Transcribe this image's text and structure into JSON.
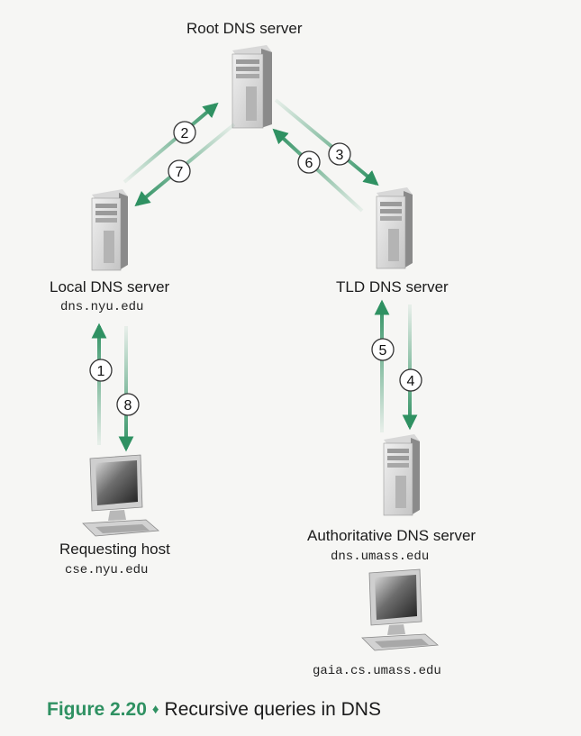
{
  "nodes": {
    "root": {
      "label": "Root DNS server"
    },
    "local": {
      "label": "Local DNS server",
      "host": "dns.nyu.edu"
    },
    "tld": {
      "label": "TLD DNS server"
    },
    "auth": {
      "label": "Authoritative DNS server",
      "host": "dns.umass.edu"
    },
    "requesting": {
      "label": "Requesting host",
      "host": "cse.nyu.edu"
    },
    "target": {
      "host": "gaia.cs.umass.edu"
    }
  },
  "steps": [
    "1",
    "2",
    "3",
    "4",
    "5",
    "6",
    "7",
    "8"
  ],
  "caption": {
    "figure": "Figure 2.20",
    "separator": "♦",
    "title": "Recursive queries in DNS"
  },
  "colors": {
    "arrow": "#2f9162",
    "caption": "#2f9162"
  }
}
